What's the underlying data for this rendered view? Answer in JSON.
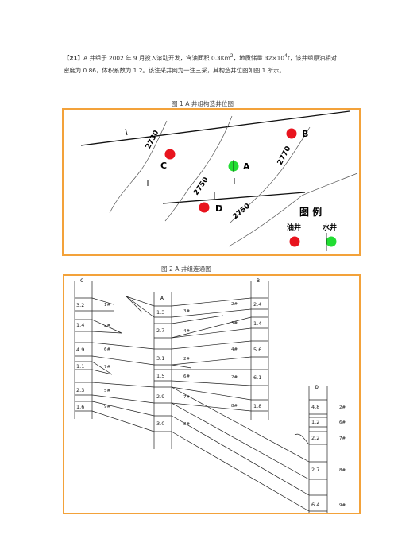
{
  "problem": {
    "lead": "【21】",
    "p1": "A 井组于 2002 年 9 月投入滚动开发，含油面积 0.3Km",
    "sup2": "2",
    "p2": "，地质储量 32×10",
    "sup4": "4",
    "p3": "t，该井组原油相对密度为 0.86，体积系数为 1.2。该注采井网为一注三采，其构造井位图如图 1 所示。"
  },
  "figure1": {
    "caption": "图 1      A 井组构造井位图",
    "contours": [
      "2730",
      "2750",
      "2770",
      "2750"
    ],
    "wells": [
      "A",
      "B",
      "C",
      "D"
    ],
    "legend_title": "图  例",
    "legend_oil": "油井",
    "legend_water": "水井",
    "colors": {
      "oil": "#e8141e",
      "water": "#22dd33",
      "frame": "#f3a23a"
    }
  },
  "figure2": {
    "caption": "图 2      A 井组连通图",
    "wells": [
      {
        "name": "C",
        "layers": [
          {
            "value": "3.2",
            "label": "1#"
          },
          {
            "value": "1.4",
            "label": "2#"
          },
          {
            "value": "4.9",
            "label": "6#"
          },
          {
            "value": "1.1",
            "label": "7#"
          },
          {
            "value": "2.3",
            "label": "5#"
          },
          {
            "value": "1.6",
            "label": "9#"
          }
        ]
      },
      {
        "name": "A",
        "layers": [
          {
            "value": "1.3",
            "label": "3#"
          },
          {
            "value": "2.7",
            "label": "4#"
          },
          {
            "value": "3.1",
            "label": "2#"
          },
          {
            "value": "1.5",
            "label": "6#"
          },
          {
            "value": "2.9",
            "label": "7#"
          },
          {
            "value": "3.0",
            "label": "8#"
          }
        ]
      },
      {
        "name": "B",
        "layers": [
          {
            "value": "2.4",
            "label": "2#"
          },
          {
            "value": "1.4",
            "label": "3#"
          },
          {
            "value": "5.6",
            "label": "4#"
          },
          {
            "value": "6.1",
            "label": "2#"
          },
          {
            "value": "1.8",
            "label": "8#"
          }
        ]
      },
      {
        "name": "D",
        "layers": [
          {
            "value": "4.8",
            "label": "2#"
          },
          {
            "value": "1.2",
            "label": "6#"
          },
          {
            "value": "2.2",
            "label": "7#"
          },
          {
            "value": "2.7",
            "label": "8#"
          },
          {
            "value": "6.4",
            "label": "9#"
          }
        ]
      }
    ]
  }
}
